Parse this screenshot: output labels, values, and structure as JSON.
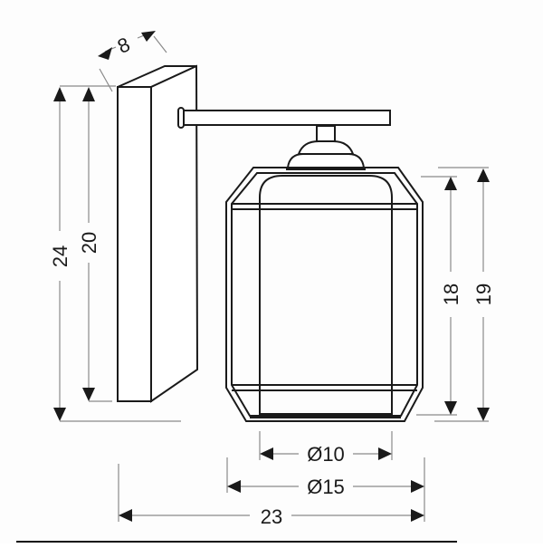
{
  "diagram": {
    "subject": "wall lamp technical drawing",
    "colors": {
      "line": "#1a1a1a",
      "dimension_line": "#8a8a8a",
      "background": "#fdfdfd"
    },
    "dimensions": {
      "depth": {
        "label": "8",
        "unit": "cm",
        "target": "backplate depth"
      },
      "total_height": {
        "label": "24",
        "unit": "cm",
        "target": "overall height"
      },
      "backplate_height": {
        "label": "20",
        "unit": "cm",
        "target": "backplate height"
      },
      "shade_inner_height": {
        "label": "18",
        "unit": "cm",
        "target": "glass shade height"
      },
      "shade_outer_height": {
        "label": "19",
        "unit": "cm",
        "target": "wire cage height"
      },
      "inner_diameter": {
        "label": "Ø10",
        "unit": "cm",
        "target": "glass shade diameter"
      },
      "outer_diameter": {
        "label": "Ø15",
        "unit": "cm",
        "target": "wire cage diameter"
      },
      "projection": {
        "label": "23",
        "unit": "cm",
        "target": "wall projection"
      }
    },
    "parts": [
      "backplate",
      "arm",
      "lamp-holder-cap",
      "wire-cage",
      "glass-shade"
    ]
  }
}
